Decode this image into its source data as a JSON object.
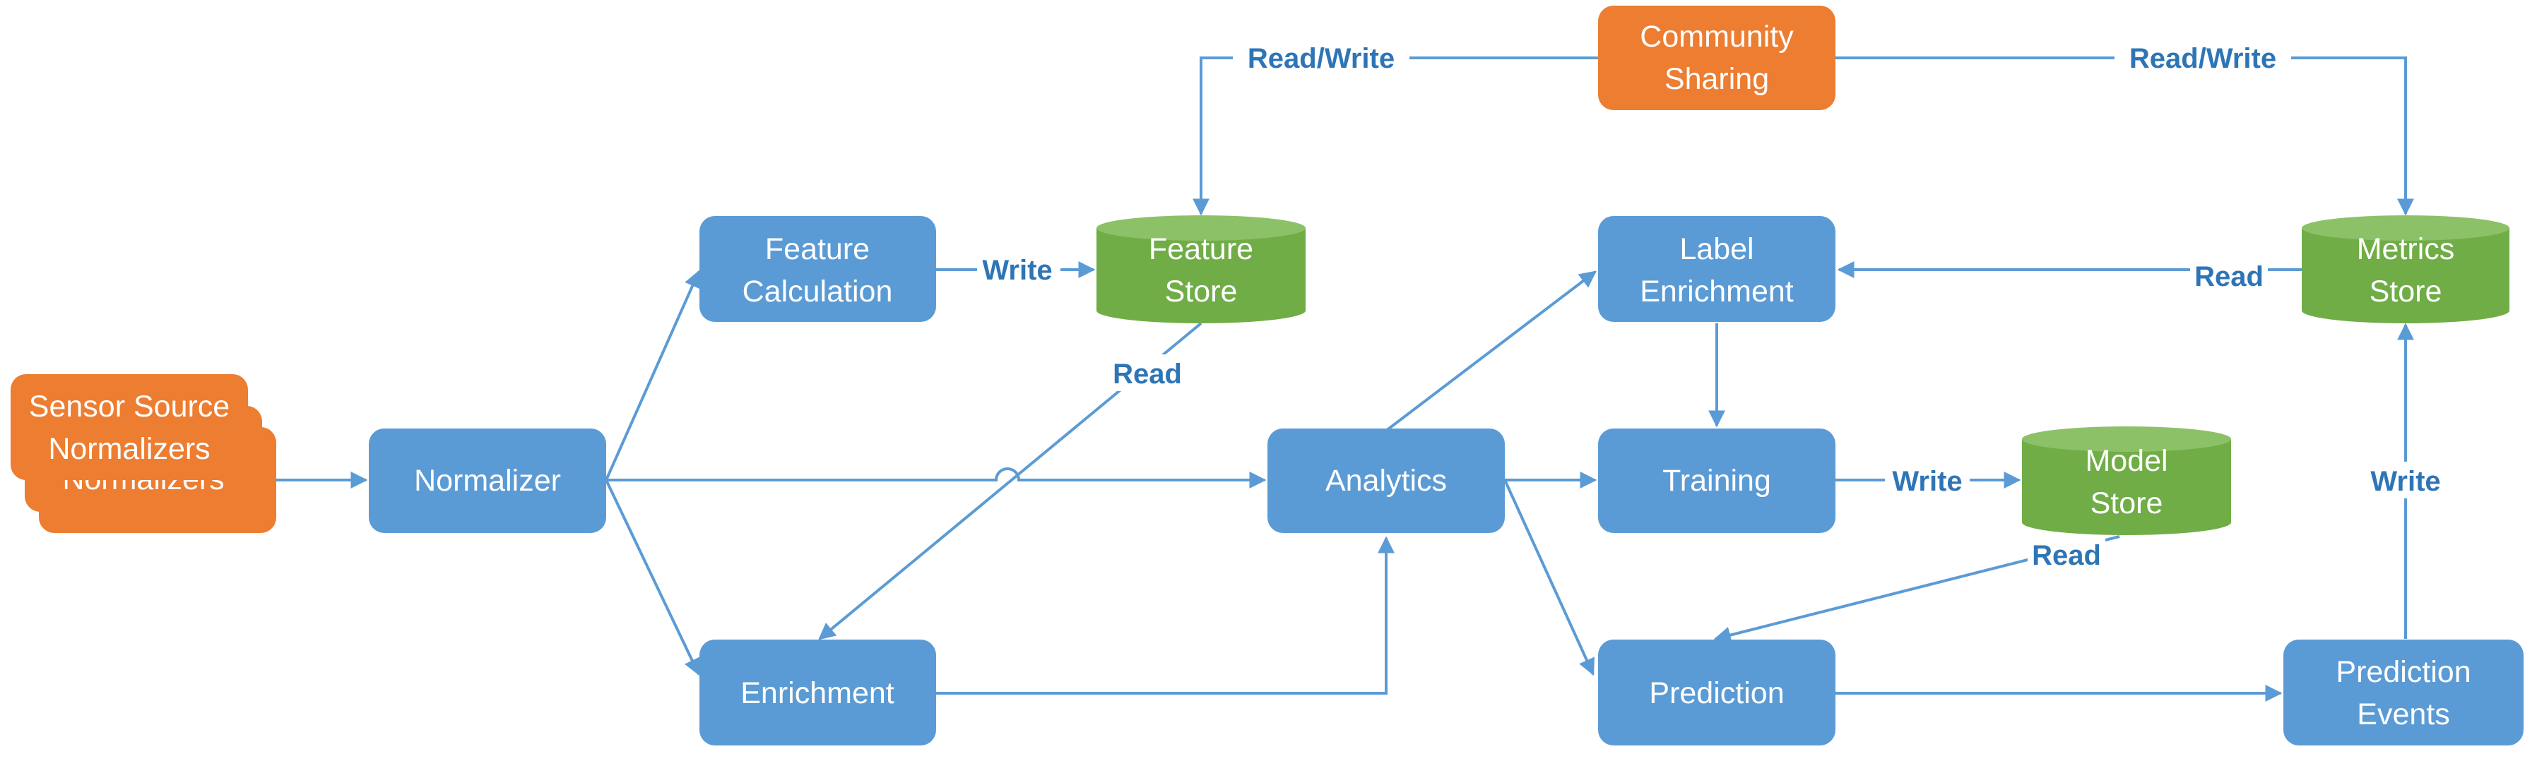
{
  "colors": {
    "process": "#5b9bd5",
    "store": "#70ad47",
    "source": "#ed7d31",
    "edge": "#5b9bd5",
    "edge_label": "#2e75b6"
  },
  "nodes": {
    "sensor_source": {
      "line1": "Sensor Source",
      "line2": "Normalizers"
    },
    "sensor_shadow_1": {
      "line1": "Normalizers"
    },
    "sensor_shadow_2": {
      "line1": "Normalizers"
    },
    "normalizer": {
      "line1": "Normalizer"
    },
    "feature_calculation": {
      "line1": "Feature",
      "line2": "Calculation"
    },
    "feature_store": {
      "line1": "Feature",
      "line2": "Store"
    },
    "enrichment": {
      "line1": "Enrichment"
    },
    "community_sharing": {
      "line1": "Community",
      "line2": "Sharing"
    },
    "analytics": {
      "line1": "Analytics"
    },
    "label_enrichment": {
      "line1": "Label",
      "line2": "Enrichment"
    },
    "training": {
      "line1": "Training"
    },
    "prediction": {
      "line1": "Prediction"
    },
    "model_store": {
      "line1": "Model",
      "line2": "Store"
    },
    "metrics_store": {
      "line1": "Metrics",
      "line2": "Store"
    },
    "prediction_events": {
      "line1": "Prediction",
      "line2": "Events"
    }
  },
  "edge_labels": {
    "feature_write": "Write",
    "feature_read": "Read",
    "community_feature": "Read/Write",
    "community_metrics": "Read/Write",
    "metrics_read": "Read",
    "model_write": "Write",
    "model_read": "Read",
    "metrics_write": "Write"
  }
}
